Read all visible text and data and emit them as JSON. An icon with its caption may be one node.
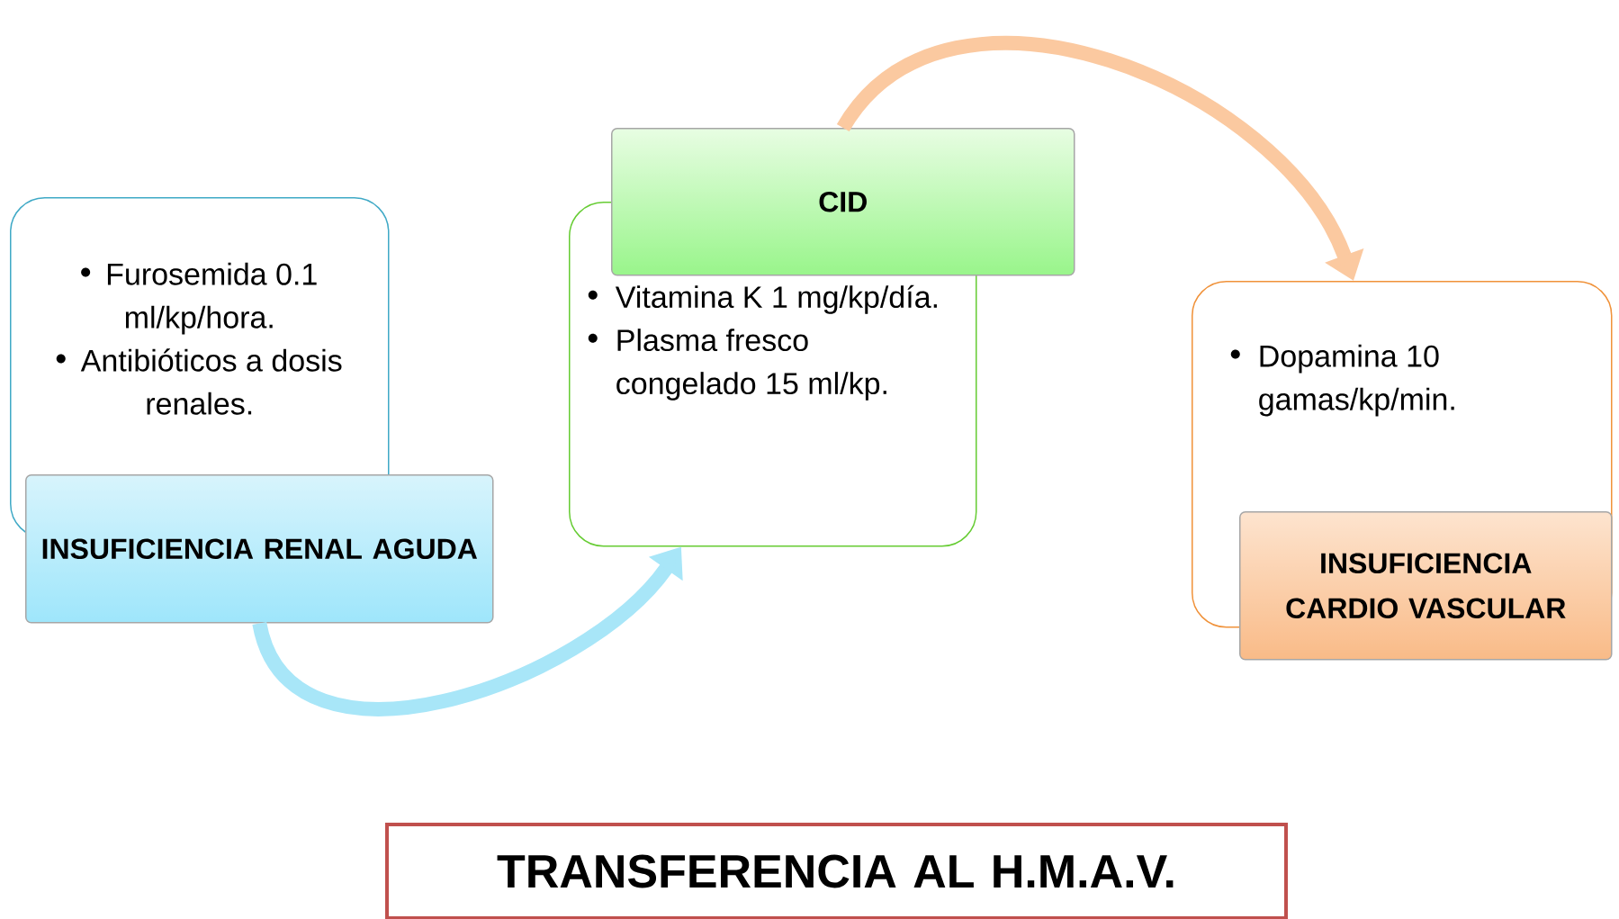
{
  "diagram": {
    "nodes": [
      {
        "text": [
          "Furosemida 0.1 ml/kp/hora.",
          "Antibióticos a dosis renales."
        ]
      },
      {
        "text": [
          "INSUFICIENCIA RENAL AGUDA"
        ]
      },
      {
        "text": [
          "CID"
        ]
      },
      {
        "text": [
          "Vitamina K 1 mg/kp/día.",
          "Plasma fresco congelado 15 ml/kp."
        ]
      },
      {
        "text": [
          "Dopamina 10 gamas/kp/min."
        ]
      },
      {
        "text": [
          "INSUFICIENCIA CARDIO VASCULAR"
        ]
      },
      {
        "text": [
          "TRANSFERENCIA AL H.M.A.V."
        ]
      }
    ],
    "edges": [
      {
        "from": 1,
        "to": 3,
        "arrow": "to",
        "color": "#a8e6f8"
      },
      {
        "from": 2,
        "to": 4,
        "arrow": "to",
        "color": "#fbc9a0"
      }
    ]
  }
}
